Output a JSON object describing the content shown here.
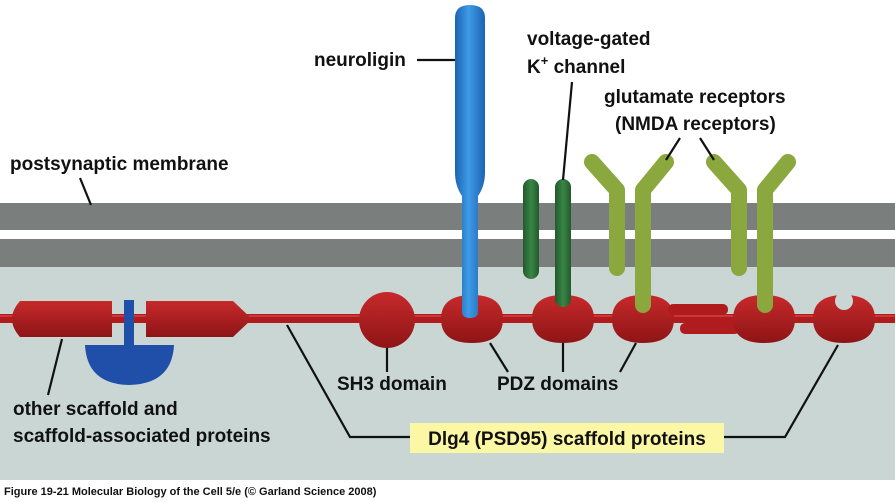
{
  "labels": {
    "neuroligin": "neuroligin",
    "k_channel_line1": "voltage-gated",
    "k_channel_k": "K",
    "k_channel_sup": "+",
    "k_channel_word": " channel",
    "glutamate_line1": "glutamate receptors",
    "glutamate_line2": "(NMDA receptors)",
    "membrane": "postsynaptic membrane",
    "other_line1": "other scaffold and",
    "other_line2": "scaffold-associated proteins",
    "sh3": "SH3 domain",
    "pdz": "PDZ domains",
    "dlg4": "Dlg4 (PSD95) scaffold proteins"
  },
  "caption": "Figure 19-21  Molecular Biology of the Cell 5/e (© Garland Science 2008)",
  "colors": {
    "membrane": "#7a7f7d",
    "cytoplasm": "#c9d6d3",
    "scaffold": "#b01c1e",
    "neuroligin": "#2f86d6",
    "k_channel": "#2e6e3a",
    "nmda": "#8aa83d",
    "other_protein": "#1f4fa8",
    "highlight": "#fbf7a4"
  }
}
